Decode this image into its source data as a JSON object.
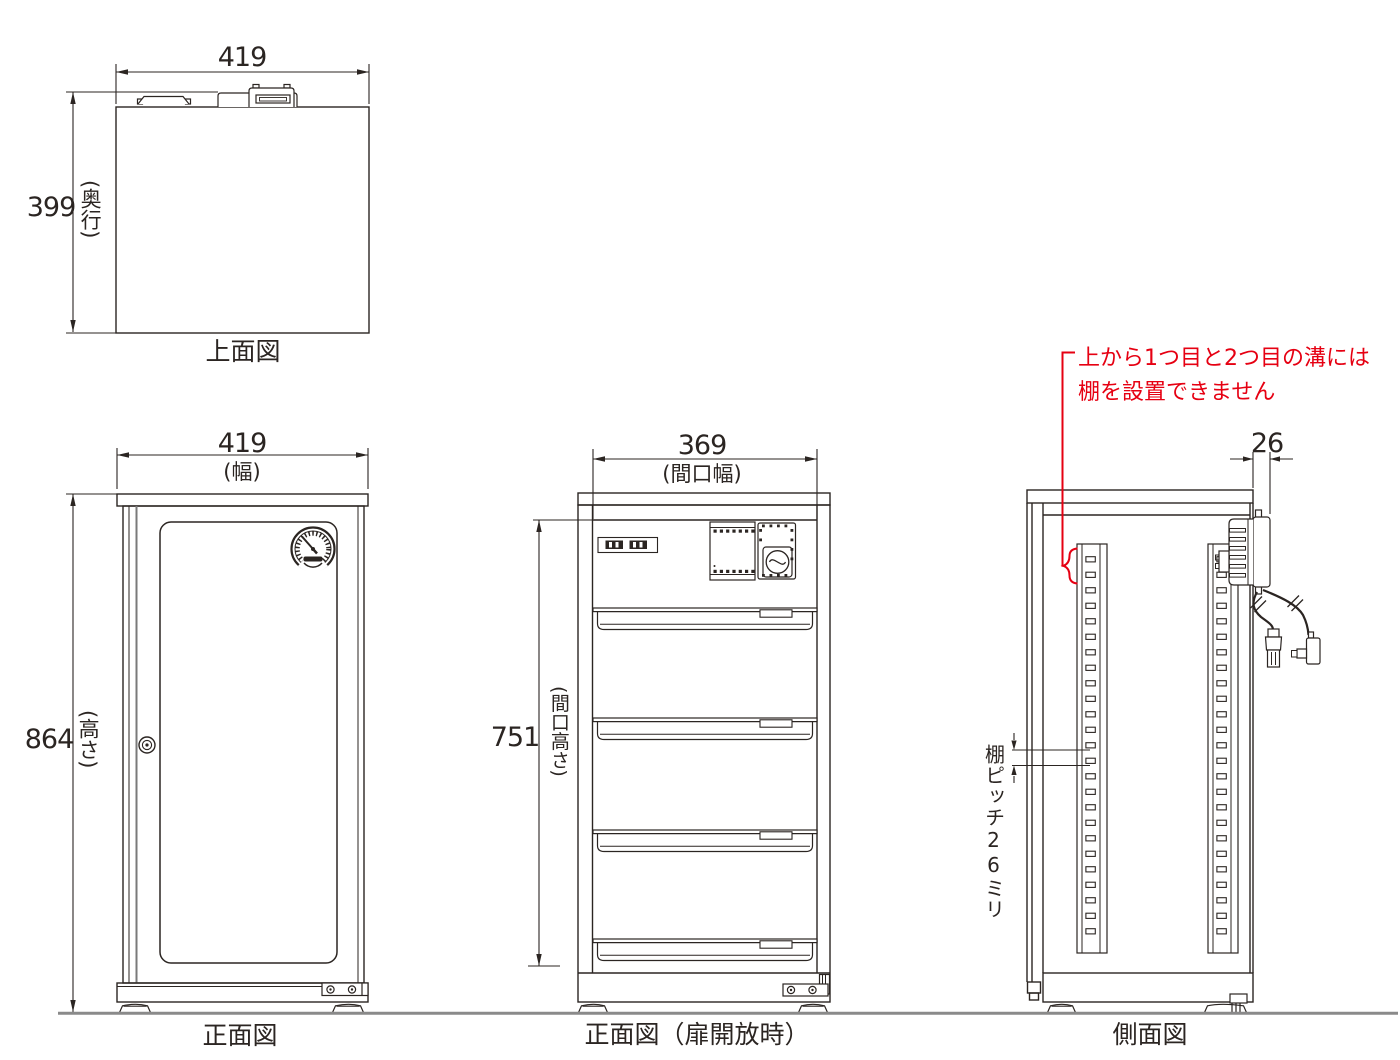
{
  "colors": {
    "line": "#2b2522",
    "ground": "#8a8a8a",
    "warning_red": "#e60012"
  },
  "views": {
    "top": {
      "caption": "上面図",
      "width_mm": "419",
      "depth_mm": "399",
      "depth_label": "(奥行)"
    },
    "front": {
      "caption": "正面図",
      "width_mm": "419",
      "width_label": "(幅)",
      "height_mm": "864",
      "height_label": "(高さ)"
    },
    "door_open": {
      "caption": "正面図（扉開放時）",
      "opening_width_mm": "369",
      "opening_width_label": "(間口幅)",
      "opening_height_mm": "751",
      "opening_height_label": "(間口高さ)"
    },
    "side": {
      "caption": "側面図",
      "protrusion_mm": "26",
      "shelf_pitch_label": "棚ピッチ26ミリ",
      "warning_line1": "上から1つ目と2つ目の溝には",
      "warning_line2": "棚を設置できません"
    }
  }
}
